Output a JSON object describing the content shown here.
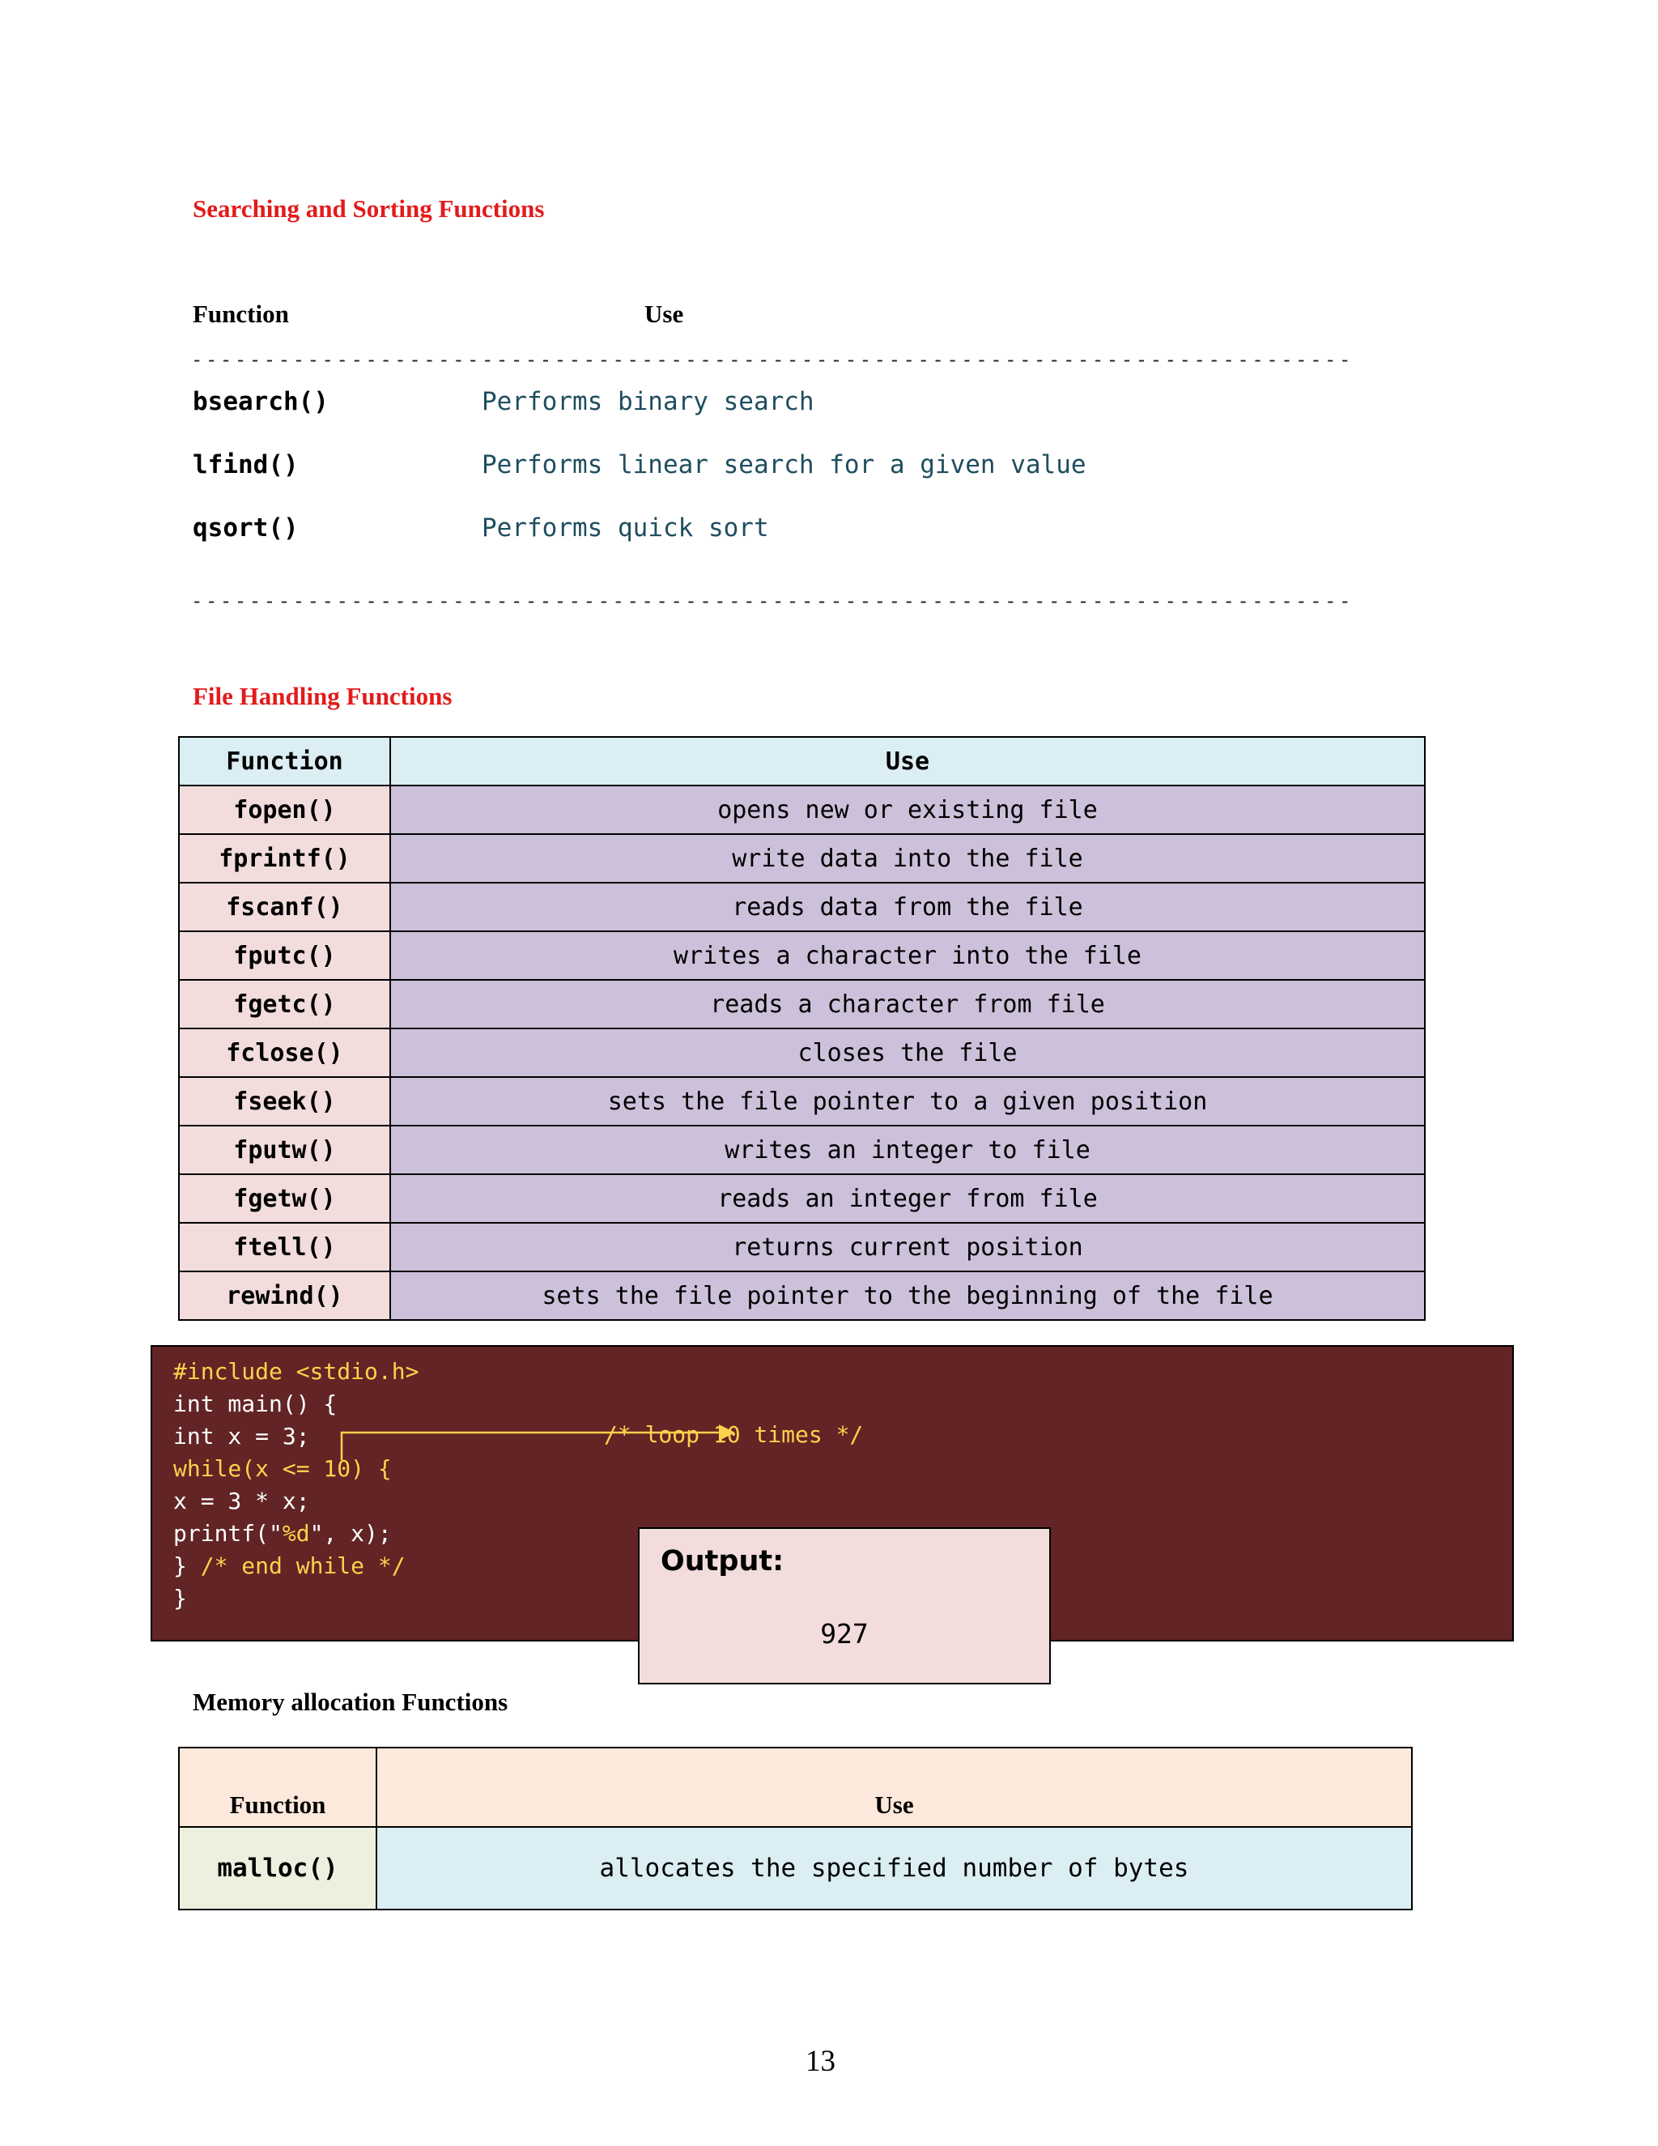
{
  "searching": {
    "heading": "Searching and Sorting Functions",
    "col_function": "Function",
    "col_use": "Use",
    "separator": "--------------------------------------------------------------------------------",
    "rows": [
      {
        "name": "bsearch()",
        "use": "Performs binary search"
      },
      {
        "name": "lfind()",
        "use": "Performs linear search for a given value"
      },
      {
        "name": "qsort()",
        "use": "Performs quick sort"
      }
    ]
  },
  "file_handling": {
    "heading": "File Handling Functions",
    "col_function": "Function",
    "col_use": "Use",
    "rows": [
      {
        "name": "fopen()",
        "use": "opens new or existing file"
      },
      {
        "name": "fprintf()",
        "use": "write data into the file"
      },
      {
        "name": "fscanf()",
        "use": "reads data from the file"
      },
      {
        "name": "fputc()",
        "use": "writes a character into the file"
      },
      {
        "name": "fgetc()",
        "use": "reads a character from file"
      },
      {
        "name": "fclose()",
        "use": "closes the file"
      },
      {
        "name": "fseek()",
        "use": "sets the file pointer to a given position"
      },
      {
        "name": "fputw()",
        "use": "writes an integer to file"
      },
      {
        "name": "fgetw()",
        "use": "reads an integer from file"
      },
      {
        "name": "ftell()",
        "use": "returns current position"
      },
      {
        "name": "rewind()",
        "use": "sets the file pointer to the beginning of the file"
      }
    ]
  },
  "code": {
    "line1": "#include <stdio.h>",
    "line2": "int main() {",
    "line3": "int x = 3;",
    "line4": "while(x <= 10) {",
    "line5": "x = 3 * x;",
    "line6_a": "printf(\"",
    "line6_b": "%d",
    "line6_c": "\", x);",
    "line7_a": "} ",
    "line7_b": "/* end while */",
    "line8": "}",
    "annotation": "/* loop 10 times */",
    "annotation_color": "#ffd24d",
    "background_color": "#622425"
  },
  "output": {
    "title": "Output:",
    "value": "927"
  },
  "memory": {
    "heading": "Memory allocation Functions",
    "col_function": "Function",
    "col_use": "Use",
    "rows": [
      {
        "name": "malloc()",
        "use": "allocates the specified number of bytes"
      }
    ]
  },
  "page_number": "13",
  "colors": {
    "heading_red": "#e31b1b",
    "use_text": "#1f4e5f",
    "fh_header": "#daeef3",
    "fh_name_cell": "#f2dcdc",
    "fh_use_cell": "#ccc0da"
  }
}
